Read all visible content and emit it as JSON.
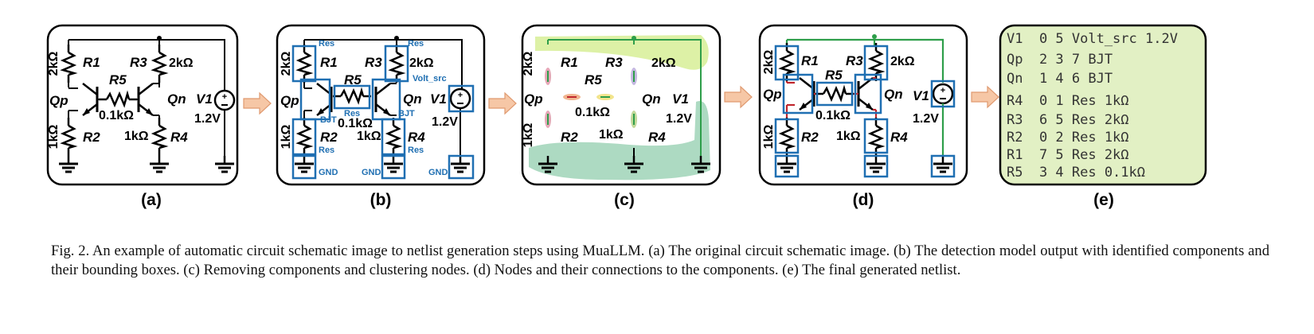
{
  "panels": {
    "a": {
      "caption": "(a)"
    },
    "b": {
      "caption": "(b)"
    },
    "c": {
      "caption": "(c)"
    },
    "d": {
      "caption": "(d)"
    },
    "e": {
      "caption": "(e)"
    }
  },
  "components": {
    "r1": {
      "name": "R1",
      "value": "2kΩ"
    },
    "r2": {
      "name": "R2",
      "value": "1kΩ"
    },
    "r3": {
      "name": "R3",
      "value": "2kΩ"
    },
    "r4": {
      "name": "R4",
      "value": "1kΩ"
    },
    "r5": {
      "name": "R5",
      "value": "0.1kΩ"
    },
    "qp": {
      "name": "Qp"
    },
    "qn": {
      "name": "Qn"
    },
    "v1": {
      "name": "V1",
      "value": "1.2V"
    }
  },
  "detection_tags": {
    "res": "Res",
    "bjt": "BJT",
    "gnd": "GND",
    "volt_src": "Volt_src"
  },
  "netlist": [
    "V1  0 5 Volt_src 1.2V",
    "Qp  2 3 7 BJT",
    "Qn  1 4 6 BJT",
    "R4  0 1 Res 1kΩ",
    "R3  6 5 Res 2kΩ",
    "R2  0 2 Res 1kΩ",
    "R1  7 5 Res 2kΩ",
    "R5  3 4 Res 0.1kΩ"
  ],
  "caption": "Fig. 2.  An example of automatic circuit schematic image to netlist generation steps using MuaLLM. (a) The original circuit schematic image. (b) The detection model output with identified components and their bounding boxes. (c) Removing components and clustering nodes. (d) Nodes and their connections to the components. (e) The final generated netlist.",
  "colors": {
    "detection_box": "#1f6fb2",
    "wire_green": "#2e9e4a",
    "node_red": "#c0262d",
    "cluster_fill": "#a9d8bf",
    "cluster_yellow": "#d9ef9c",
    "netlist_bg": "#e2f0c4",
    "arrow_fill": "#f6c7a6"
  }
}
